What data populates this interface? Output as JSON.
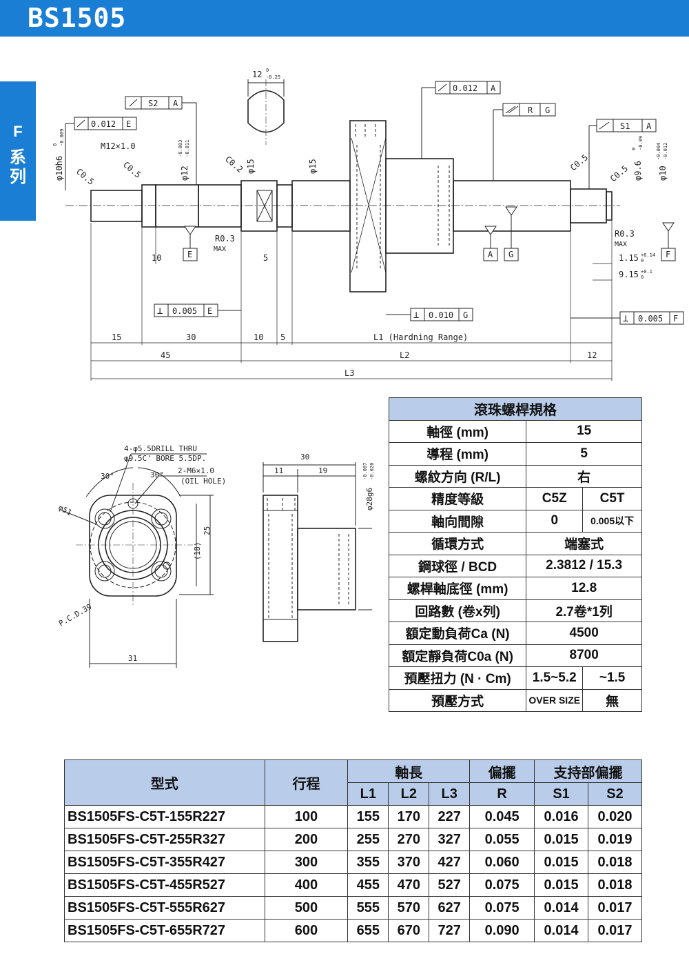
{
  "header": {
    "title": "BS1505"
  },
  "side_tab": {
    "letter": "F",
    "chars": [
      "系",
      "列"
    ]
  },
  "drawing": {
    "tol_s2a": [
      "S2",
      "A"
    ],
    "tol_0012e": [
      "0.012",
      "E"
    ],
    "tol_0012a": [
      "0.012",
      "A"
    ],
    "tol_rg": [
      "R",
      "G"
    ],
    "tol_s1a": [
      "S1",
      "A"
    ],
    "dim_12": "12",
    "dim_12_sup": "0",
    "dim_12_sub": "-0.25",
    "phi10h6": "φ10h6",
    "phi10h6_sup": "0",
    "phi10h6_sub": "-0.009",
    "m12": "M12×1.0",
    "phi12": "φ12",
    "phi12_sup": "-0.003",
    "phi12_sub": "-0.011",
    "phi15a": "φ15",
    "phi15b": "φ15",
    "phi96": "φ9.6",
    "phi96_sup": "0",
    "phi96_sub": "-0.09",
    "phi10b": "φ10",
    "phi10b_sup": "-0.004",
    "phi10b_sub": "-0.012",
    "c05a": "C0.5",
    "c05b": "C0.5",
    "c02": "C0.2",
    "c05c": "C0.5",
    "c05d": "C0.5",
    "r03a": "R0.3",
    "max_a": "MAX",
    "r03b": "R0.3",
    "max_b": "MAX",
    "d10": "10",
    "d5": "5",
    "datum_e": "E",
    "datum_a": "A",
    "datum_g": "G",
    "datum_f": "F",
    "d115": "1.15",
    "d115_tol": "+0.14",
    "d115_tol2": "0",
    "d915": "9.15",
    "d915_tol": "+0.1",
    "d915_tol2": "0",
    "perp_0005e": [
      "0.005",
      "E"
    ],
    "perp_0010g": [
      "0.010",
      "G"
    ],
    "perp_0005f": [
      "0.005",
      "F"
    ],
    "bottom_dims": [
      "15",
      "30",
      "10",
      "5",
      "L1 (Hardning Range)",
      "45",
      "L2",
      "12",
      "L3"
    ],
    "flange": {
      "drill": "4-φ5.5DRILL THRU",
      "bore": "φ9.5C' BORE 5.5DP.",
      "m6": "2-M6×1.0",
      "oil": "(OIL HOLE)",
      "a30a": "30°",
      "a30b": "30°",
      "phi51": "φ51",
      "pcd": "P.C.D.39",
      "d18": "(18)",
      "d25": "25",
      "d31": "31",
      "d30": "30",
      "d11": "11",
      "d19": "19",
      "phi28": "φ28g6",
      "phi28_sup": "-0.007",
      "phi28_sub": "-0.020"
    }
  },
  "spec_table": {
    "title": "滾珠螺桿規格",
    "rows": [
      {
        "label": "軸徑 (mm)",
        "value": "15"
      },
      {
        "label": "導程 (mm)",
        "value": "5"
      },
      {
        "label": "螺紋方向 (R/L)",
        "value": "右"
      },
      {
        "label": "精度等級",
        "v1": "C5Z",
        "v2": "C5T"
      },
      {
        "label": "軸向間隙",
        "v1": "0",
        "v2": "0.005以下"
      },
      {
        "label": "循環方式",
        "value": "端塞式"
      },
      {
        "label": "鋼球徑 / BCD",
        "value": "2.3812 / 15.3"
      },
      {
        "label": "螺桿軸底徑 (mm)",
        "value": "12.8"
      },
      {
        "label": "回路數 (卷x列)",
        "value": "2.7卷*1列"
      },
      {
        "label": "額定動負荷Ca (N)",
        "value": "4500"
      },
      {
        "label": "額定靜負荷C0a (N)",
        "value": "8700"
      },
      {
        "label": "預壓扭力 (N · Cm)",
        "v1": "1.5~5.2",
        "v2": "~1.5"
      },
      {
        "label": "預壓方式",
        "v1": "OVER SIZE",
        "v2": "無"
      }
    ]
  },
  "model_table": {
    "headers": {
      "model": "型式",
      "stroke": "行程",
      "shaft": "軸長",
      "runout": "偏擺",
      "support": "支持部偏擺",
      "l1": "L1",
      "l2": "L2",
      "l3": "L3",
      "r": "R",
      "s1": "S1",
      "s2": "S2"
    },
    "rows": [
      [
        "BS1505FS-C5T-155R227",
        "100",
        "155",
        "170",
        "227",
        "0.045",
        "0.016",
        "0.020"
      ],
      [
        "BS1505FS-C5T-255R327",
        "200",
        "255",
        "270",
        "327",
        "0.055",
        "0.015",
        "0.019"
      ],
      [
        "BS1505FS-C5T-355R427",
        "300",
        "355",
        "370",
        "427",
        "0.060",
        "0.015",
        "0.018"
      ],
      [
        "BS1505FS-C5T-455R527",
        "400",
        "455",
        "470",
        "527",
        "0.075",
        "0.015",
        "0.018"
      ],
      [
        "BS1505FS-C5T-555R627",
        "500",
        "555",
        "570",
        "627",
        "0.075",
        "0.014",
        "0.017"
      ],
      [
        "BS1505FS-C5T-655R727",
        "600",
        "655",
        "670",
        "727",
        "0.090",
        "0.014",
        "0.017"
      ]
    ]
  }
}
